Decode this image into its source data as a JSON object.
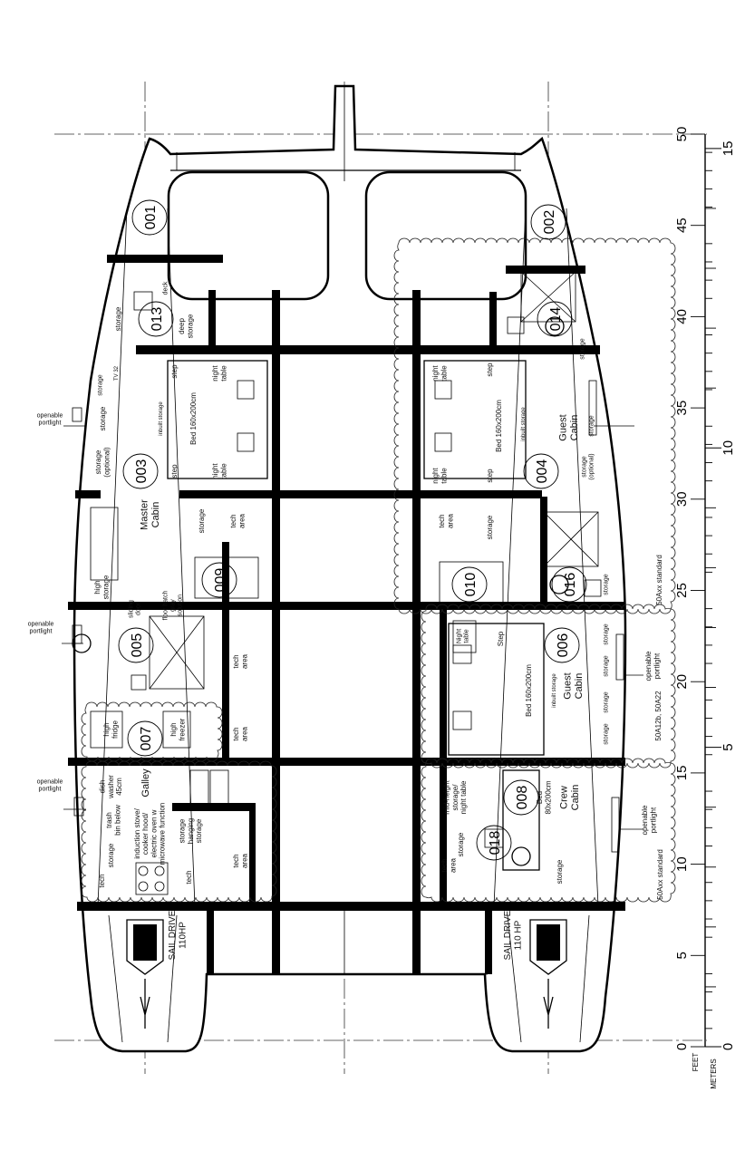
{
  "rooms": [
    "001",
    "002",
    "013",
    "014",
    "003",
    "004",
    "009",
    "010",
    "016",
    "005",
    "006",
    "007",
    "008",
    "018"
  ],
  "labels": [
    [
      "deck"
    ],
    [
      "storage"
    ],
    [
      "deep",
      "storage"
    ],
    [
      "step"
    ],
    [
      "night",
      "table"
    ],
    [
      "TV 32"
    ],
    [
      "storage"
    ],
    [
      "inbuilt storage"
    ],
    [
      "Bed 160x200cm"
    ],
    [
      "storage"
    ],
    [
      "storage",
      "(optional)"
    ],
    [
      "step"
    ],
    [
      "night",
      "table"
    ],
    [
      "Master",
      "Cabin"
    ],
    [
      "storage"
    ],
    [
      "tech",
      "area"
    ],
    [
      "high",
      "storage"
    ],
    [
      "sliding",
      "door"
    ],
    [
      "floor hatch",
      "gray",
      "solution"
    ],
    [
      "tech",
      "area"
    ],
    [
      "high",
      "fridge"
    ],
    [
      "high",
      "freezer"
    ],
    [
      "tech",
      "area"
    ],
    [
      "Galley"
    ],
    [
      "dish",
      "washer",
      "45cm"
    ],
    [
      "trash",
      "bin below"
    ],
    [
      "induction stove/",
      "cooker hood/",
      "electric oven w",
      "microwave function"
    ],
    [
      "storage"
    ],
    [
      "tech"
    ],
    [
      "storage",
      "hanging",
      "storage"
    ],
    [
      "tech"
    ],
    [
      "tech",
      "area"
    ],
    [
      "SAIL DRIVE",
      "110HP"
    ],
    [
      "openable",
      "portlight"
    ],
    [
      "openable",
      "portlight"
    ],
    [
      "openable",
      "portlight"
    ],
    [
      "night",
      "table"
    ],
    [
      "step"
    ],
    [
      "Bed 160x200cm"
    ],
    [
      "inbuilt storage"
    ],
    [
      "Guest",
      "Cabin"
    ],
    [
      "storage"
    ],
    [
      "storage"
    ],
    [
      "storage",
      "(optional)"
    ],
    [
      "night",
      "table"
    ],
    [
      "step"
    ],
    [
      "tech",
      "area"
    ],
    [
      "storage"
    ],
    [
      "storage"
    ],
    [
      "Night",
      "table"
    ],
    [
      "Step"
    ],
    [
      "Bed 160x200cm"
    ],
    [
      "inbuilt storage"
    ],
    [
      "Guest",
      "Cabin"
    ],
    [
      "storage"
    ],
    [
      "storage"
    ],
    [
      "storage"
    ],
    [
      "storage"
    ],
    [
      "openable",
      "portlight"
    ],
    [
      "50A12b, 50A22"
    ],
    [
      "50Axx standard"
    ],
    [
      "mid-height",
      "storage/",
      "night table"
    ],
    [
      "Bed",
      "80x200cm"
    ],
    [
      "Crew",
      "Cabin"
    ],
    [
      "storage"
    ],
    [
      "tech",
      "area"
    ],
    [
      "storage"
    ],
    [
      "openable",
      "portlight"
    ],
    [
      "50Axx standard"
    ],
    [
      "SAIL DRIVE",
      "110 HP"
    ]
  ],
  "scale": {
    "feet_unit": "FEET",
    "meters_unit": "METERS",
    "feet_labels": [
      "0",
      "5",
      "10",
      "15",
      "20",
      "25",
      "30",
      "35",
      "40",
      "45",
      "50"
    ],
    "meters_labels": [
      "0",
      "5",
      "10",
      "15"
    ]
  }
}
